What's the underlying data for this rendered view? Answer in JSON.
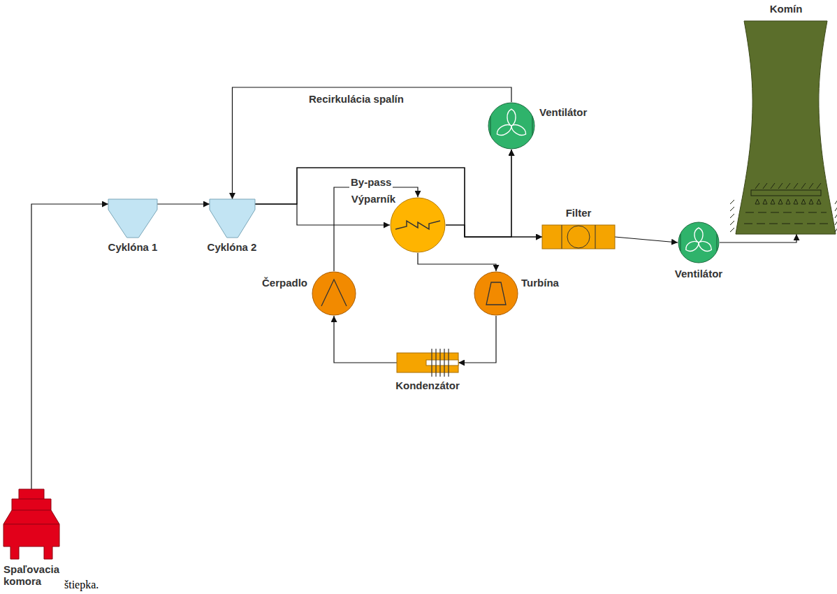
{
  "diagram": {
    "nodes": [
      {
        "text": [
          "Spaľovacia komora"
        ]
      },
      {
        "text": [
          "Cyklóna 1"
        ]
      },
      {
        "text": [
          "Cyklóna 2"
        ]
      },
      {
        "text": [
          "Výparník"
        ]
      },
      {
        "text": [
          "Turbína"
        ]
      },
      {
        "text": [
          "Kondenzátor"
        ]
      },
      {
        "text": [
          "Čerpadlo"
        ]
      },
      {
        "text": [
          "Ventilátor"
        ]
      },
      {
        "text": [
          "Filter"
        ]
      },
      {
        "text": [
          "Ventilátor"
        ]
      },
      {
        "text": [
          "Komín"
        ]
      }
    ],
    "edges": [
      {
        "from": 0,
        "to": 1,
        "arrow": "to"
      },
      {
        "from": 1,
        "to": 2,
        "arrow": "to"
      },
      {
        "from": 2,
        "to": 3,
        "arrow": "to"
      },
      {
        "from": 2,
        "to": 8,
        "label": "By-pass",
        "arrow": "to"
      },
      {
        "from": 3,
        "to": 8,
        "arrow": "to"
      },
      {
        "from": 2,
        "to": 7,
        "arrow": "to"
      },
      {
        "from": 3,
        "to": 7,
        "arrow": "to"
      },
      {
        "from": 7,
        "to": 2,
        "label": "Recirkulácia spalín",
        "arrow": "to"
      },
      {
        "from": 8,
        "to": 9,
        "arrow": "to"
      },
      {
        "from": 9,
        "to": 10,
        "arrow": "to"
      },
      {
        "from": 3,
        "to": 4,
        "arrow": "to"
      },
      {
        "from": 4,
        "to": 5,
        "arrow": "to"
      },
      {
        "from": 5,
        "to": 6,
        "arrow": "to"
      },
      {
        "from": 6,
        "to": 3,
        "arrow": "to"
      }
    ],
    "labels": [
      "štiepka."
    ]
  }
}
